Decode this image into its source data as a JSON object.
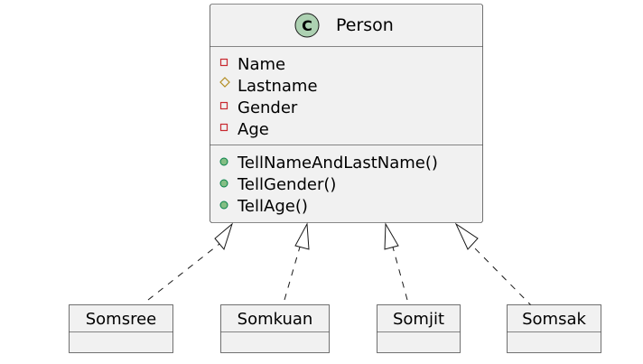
{
  "colors": {
    "class_fill": "#F1F1F1",
    "border": "#181818",
    "class_badge": "#ADD1B2",
    "private_marker": "#C82930",
    "protected_marker": "#B38D22",
    "public_marker": "#84BE84"
  },
  "main_class": {
    "badge": "C",
    "name": "Person",
    "fields": [
      {
        "visibility": "private",
        "label": "Name"
      },
      {
        "visibility": "protected",
        "label": "Lastname"
      },
      {
        "visibility": "private",
        "label": "Gender"
      },
      {
        "visibility": "private",
        "label": "Age"
      }
    ],
    "methods": [
      {
        "visibility": "public",
        "label": "TellNameAndLastName()"
      },
      {
        "visibility": "public",
        "label": "TellGender()"
      },
      {
        "visibility": "public",
        "label": "TellAge()"
      }
    ]
  },
  "subclasses": [
    {
      "name": "Somsree"
    },
    {
      "name": "Somkuan"
    },
    {
      "name": "Somjit"
    },
    {
      "name": "Somsak"
    }
  ],
  "relation": "realization"
}
